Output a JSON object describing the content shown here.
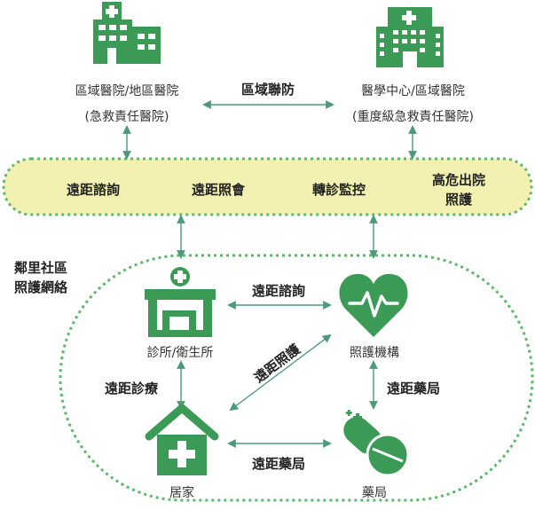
{
  "colors": {
    "green": "#3a9a56",
    "band_fill": "#f3f1b2",
    "dash": "#5db96a",
    "arrow": "#4d9a7b",
    "text": "#333333",
    "bold_text": "#222222"
  },
  "icons": {
    "left_hospital": "hospital-building-icon",
    "right_hospital": "medical-center-tower-icon",
    "clinic": "clinic-icon",
    "care_institution": "heart-pulse-icon",
    "home": "home-cross-icon",
    "pharmacy": "pills-icon"
  },
  "hospitals": {
    "left": {
      "line1": "區域醫院/地區醫院",
      "line2": "(急救責任醫院)"
    },
    "right": {
      "line1": "醫學中心/區域醫院",
      "line2": "(重度級急救責任醫院)"
    },
    "link_label": "區域聯防"
  },
  "band": {
    "items": [
      "遠距諮詢",
      "遠距照會",
      "轉診監控"
    ],
    "last_item": {
      "line1": "高危出院",
      "line2": "照護"
    }
  },
  "community": {
    "label_line1": "鄰里社區",
    "label_line2": "照護網絡",
    "nodes": {
      "clinic": "診所/衛生所",
      "care": "照護機構",
      "home": "居家",
      "pharmacy": "藥局"
    },
    "links": {
      "clinic_care": "遠距諮詢",
      "care_home": "遠距照護",
      "clinic_home": "遠距診療",
      "care_pharmacy": "遠距藥局",
      "home_pharmacy": "遠距藥局"
    }
  }
}
